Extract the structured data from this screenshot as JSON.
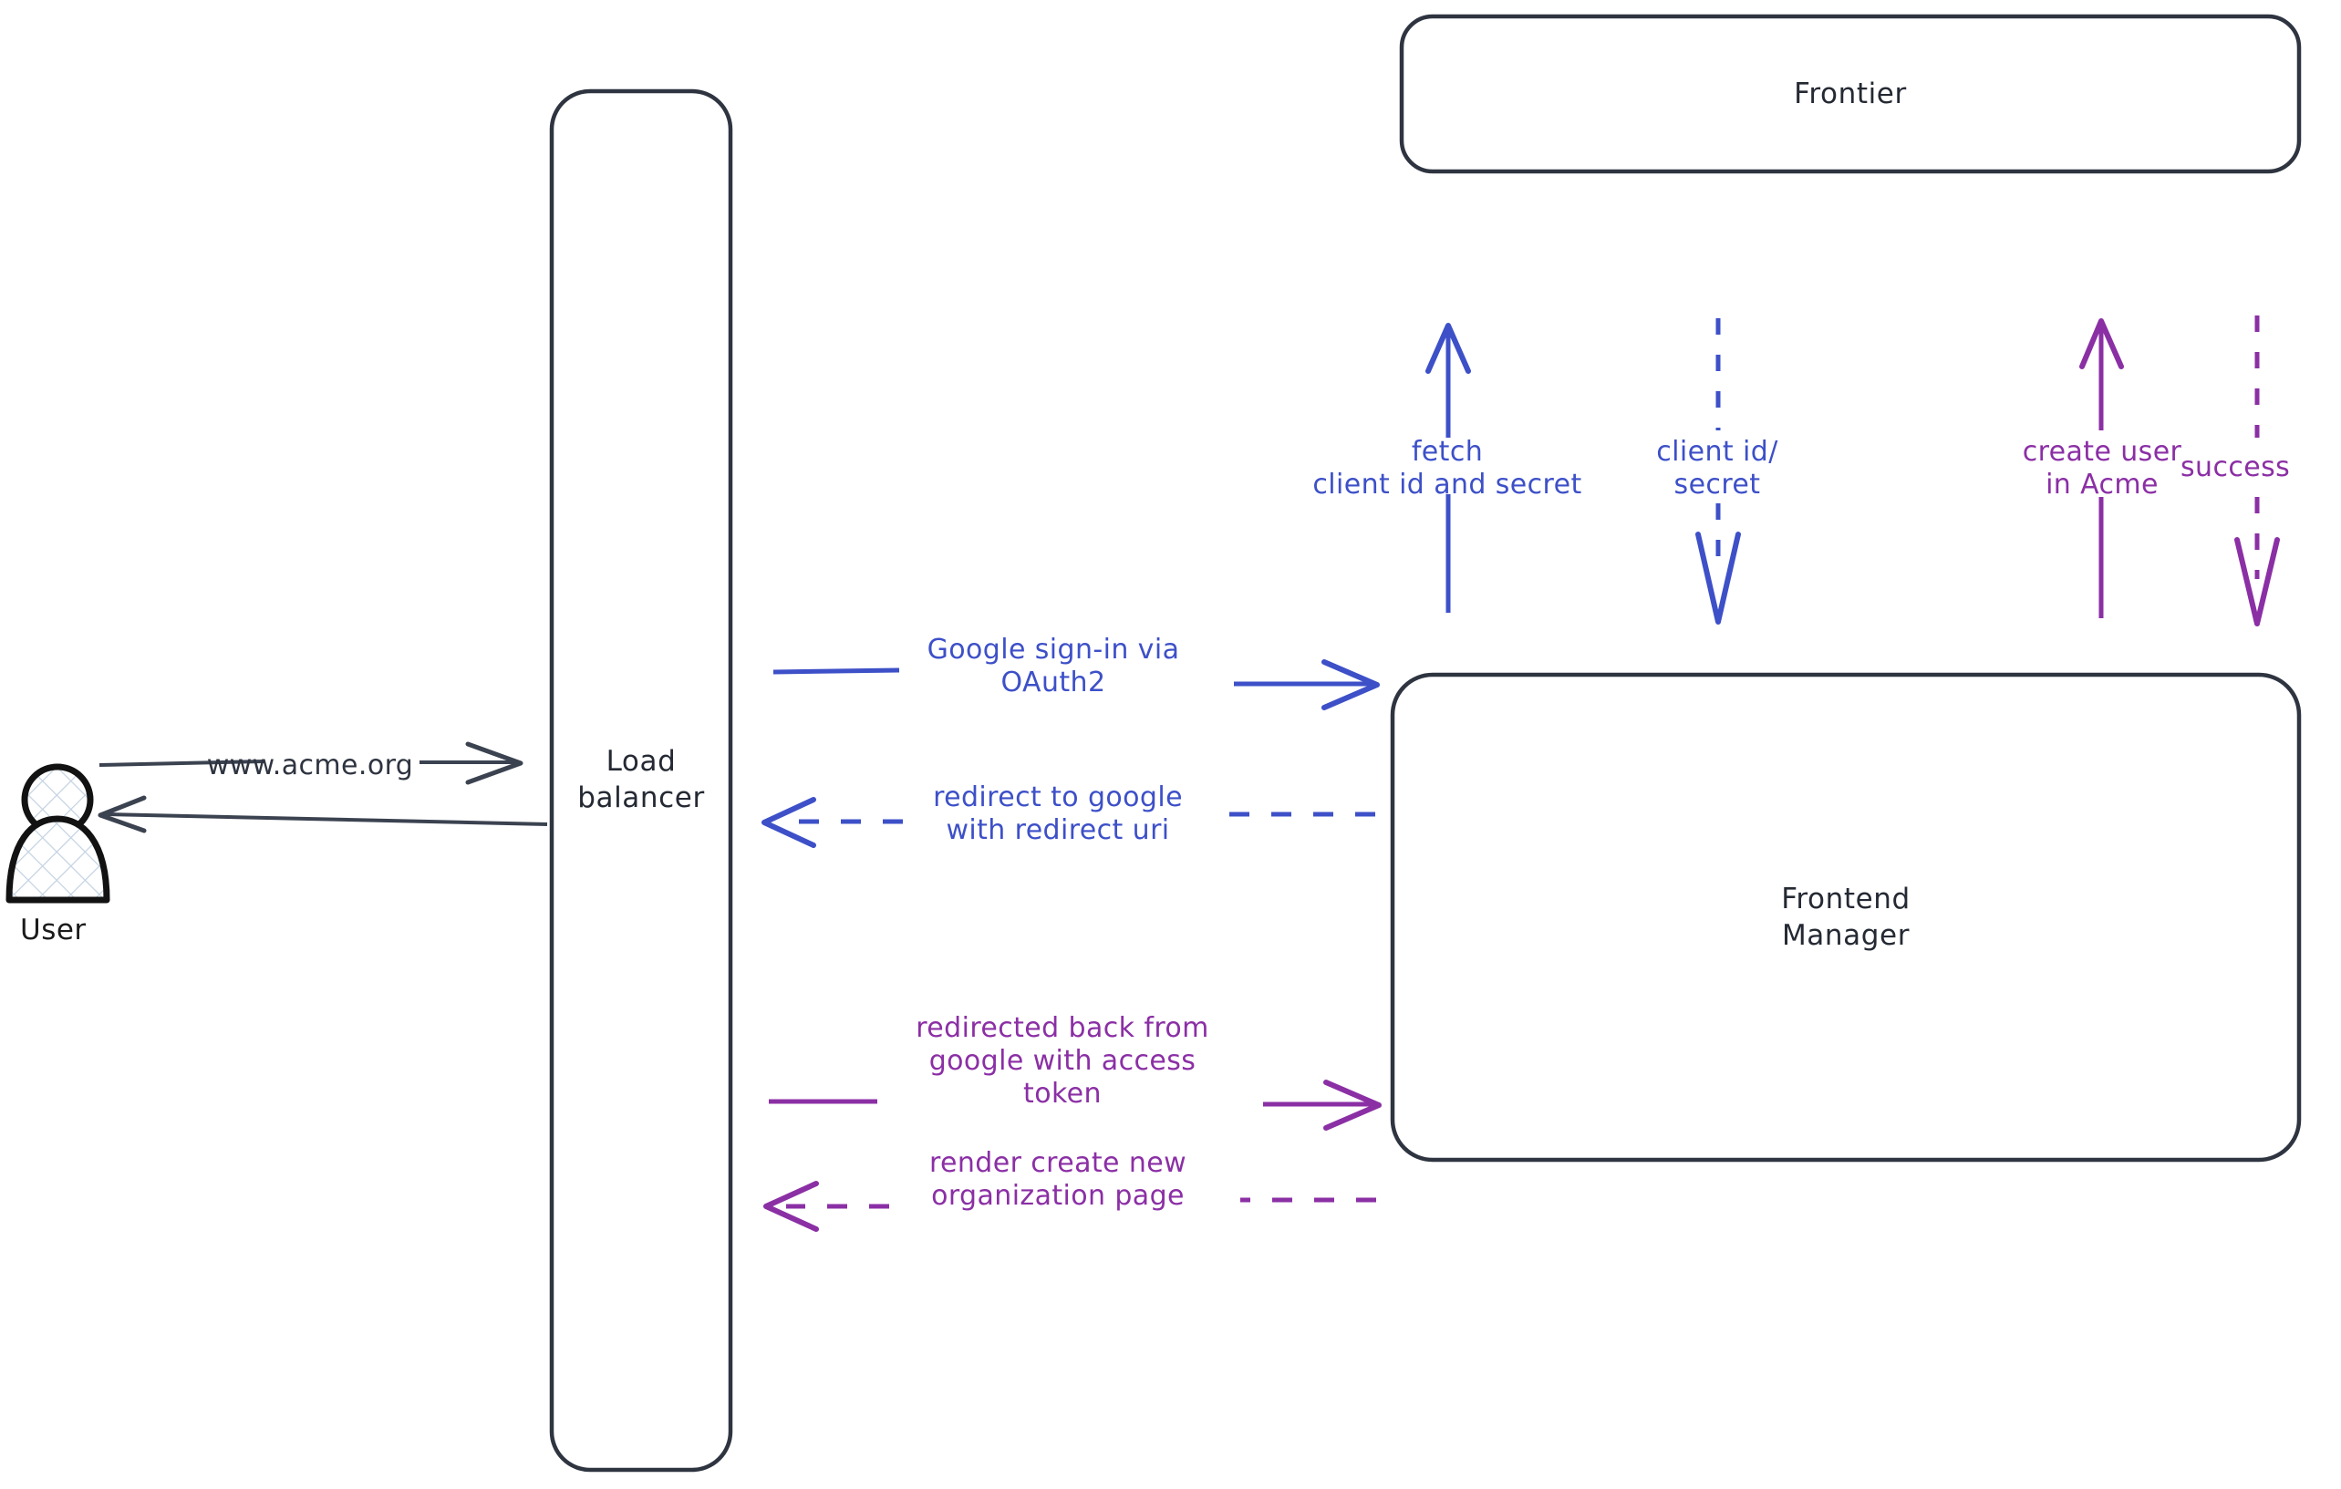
{
  "diagram": {
    "title": "Google OAuth2 sign-in sequence",
    "background": "#ffffff",
    "colors": {
      "stroke_dark": "#2e3440",
      "blue": "#3d50c8",
      "purple": "#8b2fa5",
      "grey": "#3b4250",
      "text_dark": "#242933"
    }
  },
  "actors": {
    "user": {
      "caption": "User",
      "icon": "user-person-icon"
    }
  },
  "nodes": [
    {
      "id": "load-balancer",
      "label": "Load\nbalancer",
      "shape": "rounded-rect"
    },
    {
      "id": "frontier",
      "label": "Frontier",
      "shape": "rounded-rect"
    },
    {
      "id": "frontend-manager",
      "label": "Frontend\nManager",
      "shape": "rounded-rect"
    }
  ],
  "edges": [
    {
      "id": "user-to-lb",
      "label": "www.acme.org",
      "color": "grey",
      "style": "solid",
      "direction": "right",
      "from": "user",
      "to": "load-balancer"
    },
    {
      "id": "lb-to-user",
      "label": "",
      "color": "grey",
      "style": "solid",
      "direction": "left",
      "from": "load-balancer",
      "to": "user"
    },
    {
      "id": "lb-to-fm-signin",
      "label": "Google sign-in via\nOAuth2",
      "color": "blue",
      "style": "solid",
      "direction": "right",
      "from": "load-balancer",
      "to": "frontend-manager"
    },
    {
      "id": "fm-to-lb-redirect",
      "label": "redirect to google\nwith redirect uri",
      "color": "blue",
      "style": "dashed",
      "direction": "left",
      "from": "frontend-manager",
      "to": "load-balancer"
    },
    {
      "id": "lb-to-fm-token",
      "label": "redirected back from\ngoogle with access\ntoken",
      "color": "purple",
      "style": "solid",
      "direction": "right",
      "from": "load-balancer",
      "to": "frontend-manager"
    },
    {
      "id": "fm-to-lb-render",
      "label": "render create new\norganization page",
      "color": "purple",
      "style": "dashed",
      "direction": "left",
      "from": "frontend-manager",
      "to": "load-balancer"
    },
    {
      "id": "fm-to-frontier-fetch",
      "label": "fetch\nclient id and secret",
      "color": "blue",
      "style": "solid",
      "direction": "up",
      "from": "frontend-manager",
      "to": "frontier"
    },
    {
      "id": "frontier-to-fm-creds",
      "label": "client id/\nsecret",
      "color": "blue",
      "style": "dashed",
      "direction": "down",
      "from": "frontier",
      "to": "frontend-manager"
    },
    {
      "id": "fm-to-frontier-create-user",
      "label": "create user\nin Acme",
      "color": "purple",
      "style": "solid",
      "direction": "up",
      "from": "frontend-manager",
      "to": "frontier"
    },
    {
      "id": "frontier-to-fm-success",
      "label": "success",
      "color": "purple",
      "style": "dashed",
      "direction": "down",
      "from": "frontier",
      "to": "frontend-manager"
    }
  ]
}
